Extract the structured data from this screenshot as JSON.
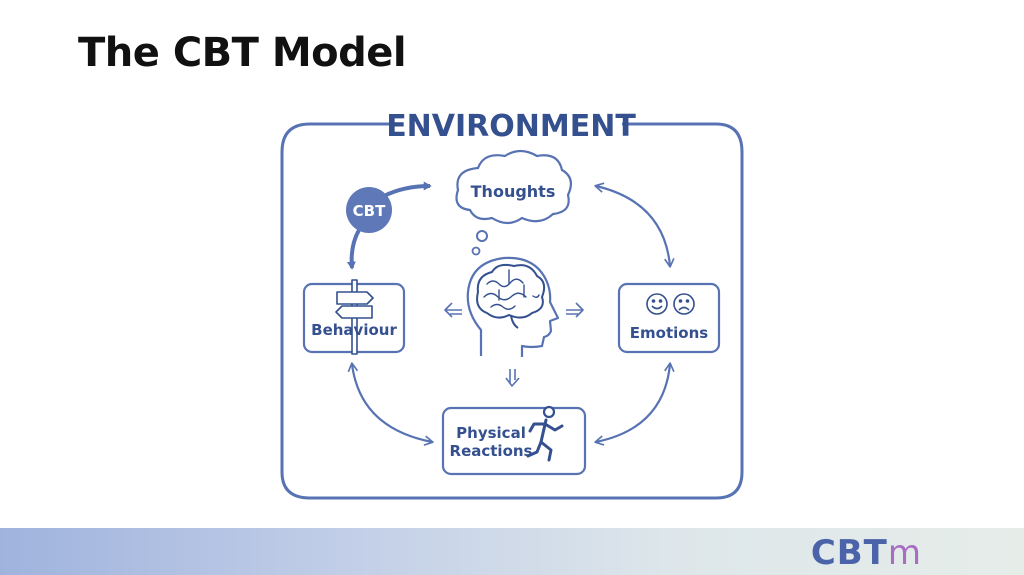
{
  "slide": {
    "title": "The CBT Model"
  },
  "diagram": {
    "environment_label": "ENVIRONMENT",
    "nodes": {
      "thoughts": "Thoughts",
      "emotions": "Emotions",
      "behaviour": "Behaviour",
      "physical_line1": "Physical",
      "physical_line2": "Reactions",
      "cbt": "CBT"
    },
    "colors": {
      "stroke": "#5873b3",
      "label": "#34508f",
      "cbt_fill": "#5e78b8"
    }
  },
  "footer": {
    "logo_main": "CBT",
    "logo_accent": "m"
  }
}
